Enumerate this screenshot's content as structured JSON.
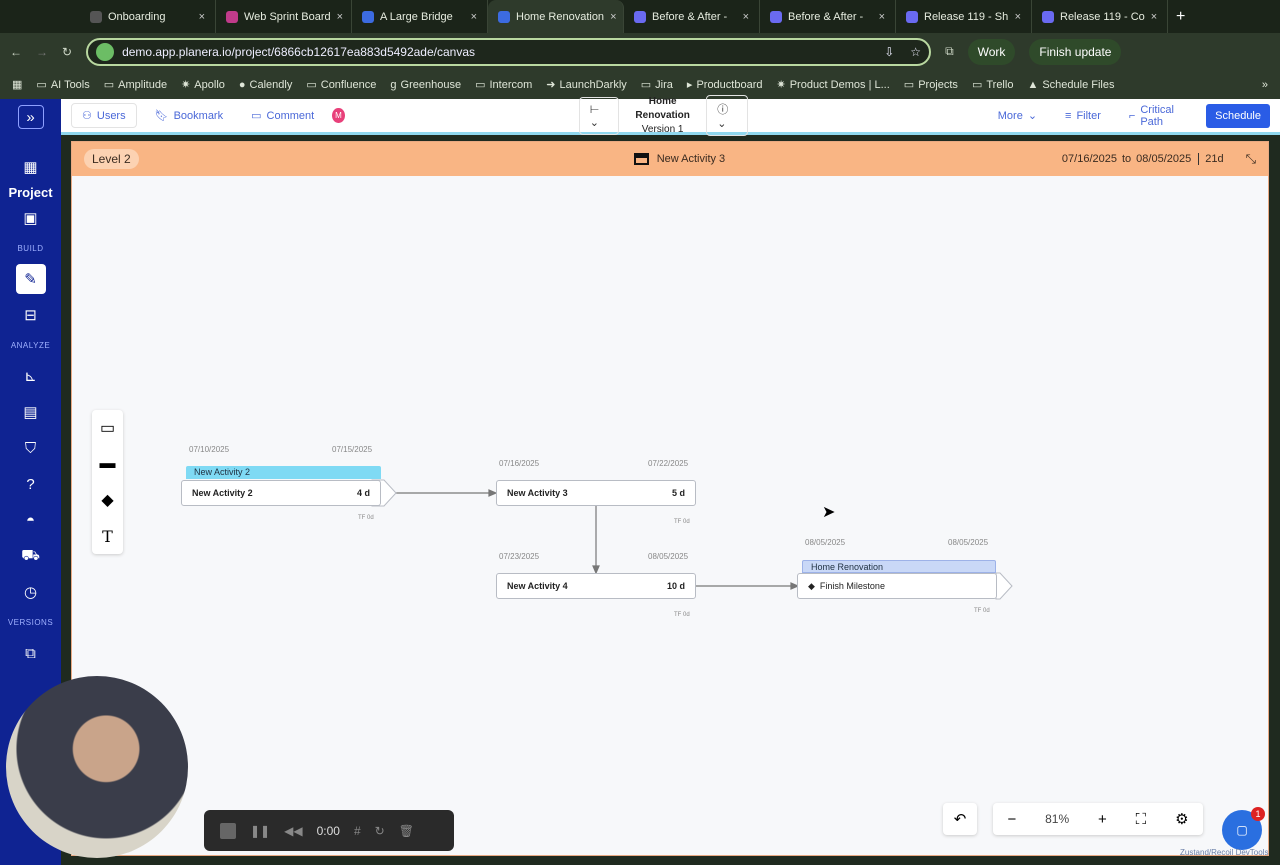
{
  "browser": {
    "tabs": [
      {
        "label": "Onboarding"
      },
      {
        "label": "Web Sprint Board"
      },
      {
        "label": "A Large Bridge"
      },
      {
        "label": "Home Renovation",
        "active": true
      },
      {
        "label": "Before & After -"
      },
      {
        "label": "Before & After -"
      },
      {
        "label": "Release 119 - Sh"
      },
      {
        "label": "Release 119 - Co"
      }
    ],
    "url": "demo.app.planera.io/project/6866cb12617ea883d5492ade/canvas",
    "profile": "Work",
    "update": "Finish update",
    "bookmarks": [
      "AI Tools",
      "Amplitude",
      "Apollo",
      "Calendly",
      "Confluence",
      "Greenhouse",
      "Intercom",
      "LaunchDarkly",
      "Jira",
      "Productboard",
      "Product Demos | L...",
      "Projects",
      "Trello",
      "Schedule Files"
    ]
  },
  "sidebar": {
    "project": "Project",
    "build": "BUILD",
    "analyze": "ANALYZE",
    "versions": "VERSIONS"
  },
  "toolbar": {
    "users": "Users",
    "bookmark": "Bookmark",
    "comment": "Comment",
    "avatar": "M",
    "title": "Home Renovation",
    "version": "Version 1",
    "more": "More",
    "filter": "Filter",
    "critical": "Critical Path",
    "schedule": "Schedule"
  },
  "level": {
    "label": "Level 2",
    "activity": "New Activity 3",
    "start": "07/16/2025",
    "to": "to",
    "end": "08/05/2025",
    "duration": "21d"
  },
  "nodes": [
    {
      "header": "New Activity 2",
      "name": "New Activity 2",
      "dur": "4 d",
      "start": "07/10/2025",
      "end": "07/15/2025",
      "tf": "TF 0d"
    },
    {
      "name": "New Activity 3",
      "dur": "5 d",
      "start": "07/16/2025",
      "end": "07/22/2025",
      "tf": "TF 0d"
    },
    {
      "name": "New Activity 4",
      "dur": "10 d",
      "start": "07/23/2025",
      "end": "08/05/2025",
      "tf": "TF 0d"
    },
    {
      "header": "Home Renovation",
      "name": "Finish Milestone",
      "start": "08/05/2025",
      "end": "08/05/2025",
      "tf": "TF 0d"
    }
  ],
  "zoom": {
    "level": "81%"
  },
  "recorder": {
    "time": "0:00"
  },
  "chat": {
    "badge": "1"
  },
  "devtools": "Zustand/Recoil DevTools"
}
